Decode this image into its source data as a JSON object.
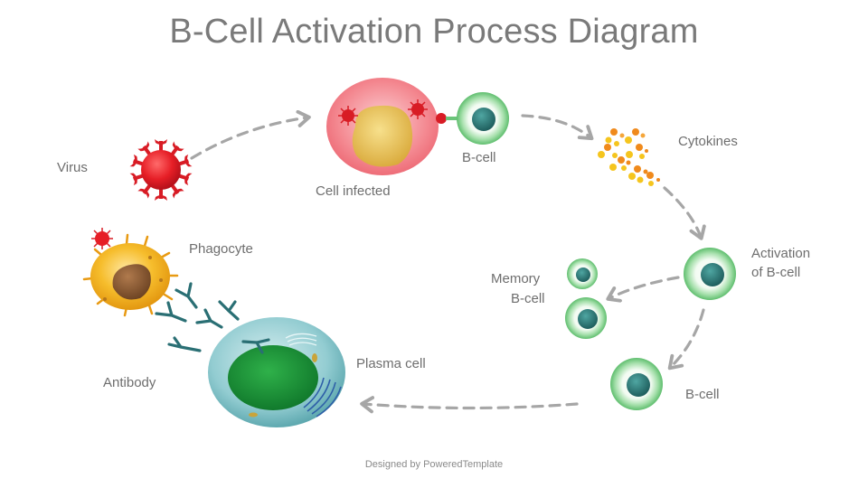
{
  "title": "B-Cell Activation Process Diagram",
  "labels": {
    "virus": "Virus",
    "cell_infected": "Cell infected",
    "b_cell_top": "B-cell",
    "cytokines": "Cytokines",
    "activation_line1": "Activation",
    "activation_line2": "of B-cell",
    "memory_line1": "Memory",
    "memory_line2": "B-cell",
    "b_cell_bottom": "B-cell",
    "plasma_cell": "Plasma cell",
    "phagocyte": "Phagocyte",
    "antibody": "Antibody"
  },
  "footer": "Designed by PoweredTemplate",
  "colors": {
    "text": "#6e6e6e",
    "arrow": "#a6a6a6",
    "virus": "#e0202a",
    "infected_cell": "#f07f86",
    "nucleus_yellow": "#e9c45a",
    "bcell_ring": "#7fcf8c",
    "bcell_nucleus": "#2e7f7c",
    "cytokine_orange": "#f08a1c",
    "cytokine_yellow": "#f5c51e",
    "phagocyte": "#f3b21d",
    "phagocyte_nucleus": "#8a5a34",
    "plasma_cell": "#7fc4c9",
    "plasma_nucleus": "#1f9a3e",
    "antibody": "#2a6f74"
  }
}
